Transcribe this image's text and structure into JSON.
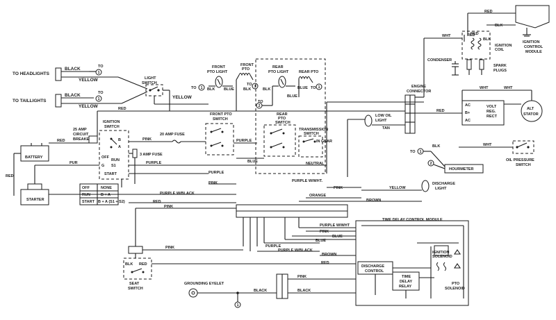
{
  "labels": {
    "to_headlights": "TO HEADLIGHTS",
    "to_taillights": "TO TAILLIGHTS",
    "black": "BLACK",
    "yellow": "YELLOW",
    "to": "TO",
    "one": "1",
    "two": "2",
    "light_switch": [
      "LIGHT",
      "SWITCH"
    ],
    "front_pto_light": [
      "FRONT",
      "PTO LIGHT"
    ],
    "front_pto": [
      "FRONT",
      "PTO"
    ],
    "rear_pto_light": [
      "REAR",
      "PTO LIGHT"
    ],
    "rear_pto": [
      "REAR PTO"
    ],
    "blk": "BLK",
    "blue": "BLUE",
    "red": "RED",
    "engine_connector": [
      "ENGINE",
      "CONNECTOR"
    ],
    "condenser": "CONDENSER",
    "ignition_coil": [
      "IGNITION",
      "COIL"
    ],
    "spark_plugs": [
      "SPARK",
      "PLUGS"
    ],
    "ignition_control_module": [
      "IGNITION",
      "CONTROL",
      "MODULE"
    ],
    "wht": "WHT",
    "volt_reg_rect": [
      "VOLT",
      "REG.",
      "RECT"
    ],
    "ac": "AC",
    "b_plus": "B+",
    "alt_stator": [
      "ALT",
      "STATOR"
    ],
    "low_oil_light": [
      "LOW OIL",
      "LIGHT"
    ],
    "tan": "TAN",
    "oil_pressure_switch": [
      "OIL PRESSURE",
      "SWITCH"
    ],
    "hourmeter": "HOURMETER",
    "discharge_light": [
      "DISCHARGE",
      "LIGHT"
    ],
    "front_pto_switch": [
      "FRONT PTO",
      "SWITCH"
    ],
    "rear_pto_switch": [
      "REAR",
      "PTO",
      "SWITCH"
    ],
    "transmission_switch": [
      "TRANSMISSION",
      "SWITCH"
    ],
    "in_gear": "IN GEAR",
    "neutral": "NEUTRAL",
    "amp25_breaker": [
      "25 AMP",
      "CIRCUIT",
      "BREAKER"
    ],
    "ignition_switch": [
      "IGNITION",
      "SWITCH"
    ],
    "amp20_fuse": "20 AMP FUSE",
    "amp3_fuse": "3 AMP FUSE",
    "battery": "BATTERY",
    "starter": "STARTER",
    "pink": "PINK",
    "purple": "PURPLE",
    "pur": "PUR",
    "purple_w_black": "PURPLE W/BLACK",
    "purple_w_wht": "PURPLE W/WHT.",
    "purple_w_wht2": "PURPLE W/WHT",
    "orange": "ORANGE",
    "brown": "BROWN",
    "off": "OFF",
    "run": "RUN",
    "start": "START",
    "s1": "S1",
    "g": "G",
    "b": "B",
    "a": "A",
    "ign_table": {
      "rows": [
        [
          "OFF",
          "NONE"
        ],
        [
          "RUN",
          "B + A"
        ],
        [
          "START",
          "B + A (S1 + S2)"
        ]
      ]
    },
    "time_delay_control_module": "TIME DELAY CONTROL MODULE",
    "ignition_solenoid": [
      "IGNITION",
      "SOLENOID"
    ],
    "discharge_control": [
      "DISCHARGE",
      "CONTROL"
    ],
    "time_delay_relay": [
      "TIME",
      "DELAY",
      "RELAY"
    ],
    "pto_solenoid": [
      "PTO",
      "SOLENOID"
    ],
    "seat_switch": [
      "SEAT",
      "SWITCH"
    ],
    "grounding_eyelet": "GROUNDING EYELET"
  }
}
